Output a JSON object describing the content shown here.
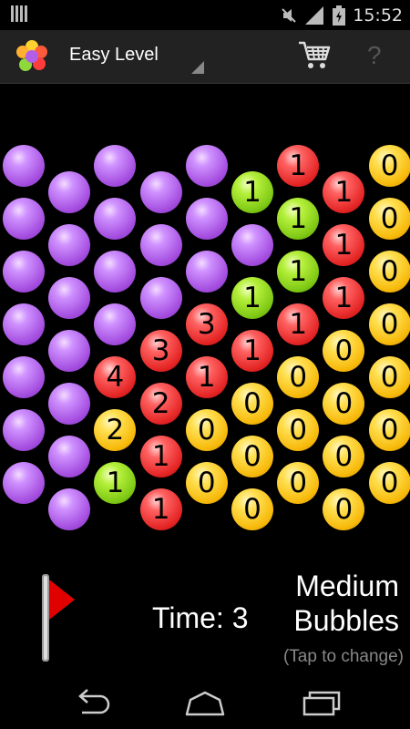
{
  "status_bar": {
    "time": "15:52",
    "icons": [
      "barcode-icon",
      "mute-icon",
      "signal-icon",
      "battery-icon"
    ]
  },
  "action_bar": {
    "title": "Easy Level",
    "icons": [
      "flower-app-icon",
      "cart-icon",
      "help-icon"
    ],
    "help_label": "?"
  },
  "board": {
    "columns": [
      [
        "p",
        "p",
        "p",
        "p",
        "p",
        "p",
        "p"
      ],
      [
        "p",
        "p",
        "p",
        "p",
        "p",
        "p",
        "p"
      ],
      [
        "p",
        "p",
        "p",
        "p",
        "4",
        "2",
        "1"
      ],
      [
        "p",
        "p",
        "p",
        "3",
        "2",
        "1",
        "1"
      ],
      [
        "p",
        "p",
        "p",
        "3",
        "1",
        "0",
        "0"
      ],
      [
        "1",
        "p",
        "1",
        "1",
        "0",
        "0",
        "0"
      ],
      [
        "1",
        "1",
        "1",
        "1",
        "0",
        "0",
        "0"
      ],
      [
        "1",
        "1",
        "1",
        "0",
        "0",
        "0",
        "0"
      ],
      [
        "0",
        "0",
        "0",
        "0",
        "0",
        "0",
        "0"
      ]
    ],
    "colors": {
      "p": "#a54ee0",
      "1": "#e42424",
      "0": "#f7b90a",
      "4": "#e42424",
      "3": "#e42424",
      "2": "#e42424",
      "green": "#7ec814",
      "yellow": "#f7b90a"
    },
    "green_cells": [
      [
        2,
        6
      ],
      [
        5,
        0
      ],
      [
        5,
        2
      ],
      [
        6,
        1
      ],
      [
        6,
        2
      ]
    ],
    "yellow_cells": [
      [
        2,
        5
      ]
    ]
  },
  "footer": {
    "time_label": "Time: 3",
    "mode_line1": "Medium",
    "mode_line2": "Bubbles",
    "tap_hint": "(Tap to change)"
  },
  "nav": {
    "icons": [
      "back-icon",
      "home-icon",
      "recent-apps-icon"
    ]
  }
}
